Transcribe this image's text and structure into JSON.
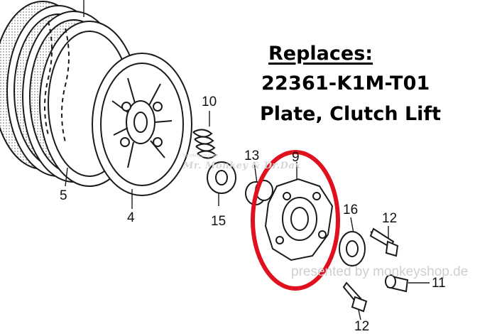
{
  "replacement": {
    "heading": "Replaces:",
    "part_number": "22361-K1M-T01",
    "description": "Plate, Clutch Lift"
  },
  "callouts": {
    "c4": "4",
    "c5": "5",
    "c9": "9",
    "c10": "10",
    "c11": "11",
    "c12_top": "12",
    "c12_bottom": "12",
    "c13": "13",
    "c15": "15",
    "c16": "16"
  },
  "watermarks": {
    "small": "monkeyshop.de",
    "brand": "Mr. Monkey & Dr.Dax",
    "presented": "presented by monkeyshop.de"
  },
  "colors": {
    "highlight_ring": "#e0101e",
    "line_art": "#1a1a1a",
    "watermark": "#d0d0d0"
  }
}
